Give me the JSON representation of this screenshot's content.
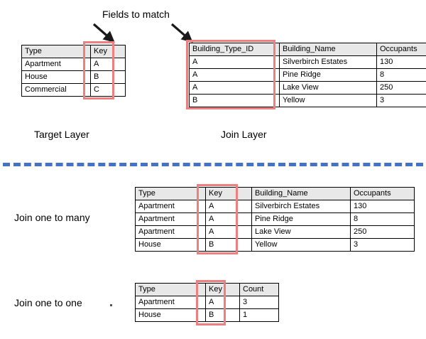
{
  "annotations": {
    "fields_to_match": "Fields to match",
    "target_layer": "Target Layer",
    "join_layer": "Join Layer",
    "join_one_to_many": "Join one to many",
    "join_one_to_one": "Join one to one"
  },
  "colors": {
    "highlight": "#ee7f7f",
    "divider": "#4472c4",
    "header_fill": "#e8e8e8",
    "border": "#000000"
  },
  "tables": {
    "target_layer": {
      "headers": [
        "Type",
        "Key"
      ],
      "rows": [
        [
          "Apartment",
          "A"
        ],
        [
          "House",
          "B"
        ],
        [
          "Commercial",
          "C"
        ]
      ],
      "highlighted_column": "Key"
    },
    "join_layer": {
      "headers": [
        "Building_Type_ID",
        "Building_Name",
        "Occupants"
      ],
      "rows": [
        [
          "A",
          "Silverbirch Estates",
          "130"
        ],
        [
          "A",
          "Pine Ridge",
          "8"
        ],
        [
          "A",
          "Lake View",
          "250"
        ],
        [
          "B",
          "Yellow",
          "3"
        ]
      ],
      "highlighted_column": "Building_Type_ID"
    },
    "one_to_many": {
      "headers": [
        "Type",
        "Key",
        "Building_Name",
        "Occupants"
      ],
      "rows": [
        [
          "Apartment",
          "A",
          "Silverbirch Estates",
          "130"
        ],
        [
          "Apartment",
          "A",
          "Pine Ridge",
          "8"
        ],
        [
          "Apartment",
          "A",
          "Lake View",
          "250"
        ],
        [
          "House",
          "B",
          "Yellow",
          "3"
        ]
      ],
      "highlighted_column": "Key"
    },
    "one_to_one": {
      "headers": [
        "Type",
        "Key",
        "Count"
      ],
      "rows": [
        [
          "Apartment",
          "A",
          "3"
        ],
        [
          "House",
          "B",
          "1"
        ]
      ],
      "highlighted_column": "Key"
    }
  }
}
